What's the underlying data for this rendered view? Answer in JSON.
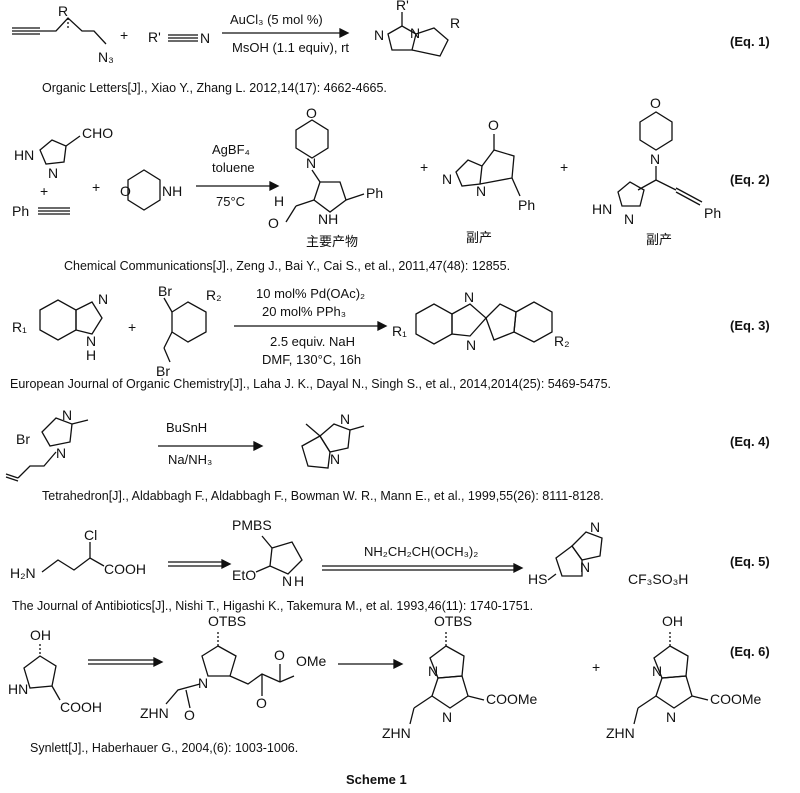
{
  "scheme_title": "Scheme 1",
  "eq1": {
    "tag": "(Eq. 1)",
    "reagent_top": "AuCl₃ (5 mol %)",
    "reagent_bottom": "MsOH (1.1 equiv), rt",
    "citation": "Organic Letters[J]., Xiao Y., Zhang L.  2012,14(17): 4662-4665.",
    "atoms": {
      "R": "R",
      "N3": "N₃",
      "Rp": "R'",
      "N": "N",
      "plus": "+"
    }
  },
  "eq2": {
    "tag": "(Eq. 2)",
    "reagent_top": "AgBF₄",
    "reagent_mid": "toluene",
    "reagent_bottom": "75°C",
    "main_product": "主要产物",
    "side_product_1": "副产",
    "side_product_2": "副产",
    "citation": "Chemical Communications[J]., Zeng J., Bai Y., Cai S., et al., 2011,47(48): 12855.",
    "atoms": {
      "CHO": "CHO",
      "HN": "HN",
      "N": "N",
      "NH": "NH",
      "O": "O",
      "Ph": "Ph",
      "H": "H",
      "plus": "+"
    }
  },
  "eq3": {
    "tag": "(Eq. 3)",
    "reagent_top": "10 mol% Pd(OAc)₂",
    "reagent_mid": "20 mol% PPh₃",
    "reagent_bottom1": "2.5 equiv. NaH",
    "reagent_bottom2": "DMF, 130°C, 16h",
    "citation": "European Journal of Organic Chemistry[J]., Laha J. K., Dayal N., Singh S., et al., 2014,2014(25): 5469-5475.",
    "atoms": {
      "R1": "R₁",
      "R2": "R₂",
      "Br": "Br",
      "N": "N",
      "H": "H",
      "plus": "+"
    }
  },
  "eq4": {
    "tag": "(Eq. 4)",
    "reagent_top": "BuSnH",
    "reagent_bottom": "Na/NH₃",
    "citation": "Tetrahedron[J]., Aldabbagh F., Aldabbagh F., Bowman W. R., Mann E., et al.,  1999,55(26): 8111-8128.",
    "atoms": {
      "Br": "Br",
      "N": "N"
    }
  },
  "eq5": {
    "tag": "(Eq. 5)",
    "reagent_top": "NH₂CH₂CH(OCH₃)₂",
    "citation": "The Journal of Antibiotics[J]., Nishi T., Higashi K., Takemura M., et al.  1993,46(11): 1740-1751.",
    "atoms": {
      "H2N": "H₂N",
      "Cl": "Cl",
      "COOH": "COOH",
      "PMBS": "PMBS",
      "EtO": "EtO",
      "H": "H",
      "N": "N",
      "HS": "HS",
      "salt": "CF₃SO₃H"
    }
  },
  "eq6": {
    "tag": "(Eq. 6)",
    "citation": "Synlett[J]., Haberhauer G., 2004,(6): 1003-1006.",
    "atoms": {
      "OH": "OH",
      "HN": "HN",
      "COOH": "COOH",
      "OTBS": "OTBS",
      "N": "N",
      "ZHN": "ZHN",
      "O": "O",
      "OMe": "OMe",
      "COOMe": "COOMe",
      "plus": "+"
    }
  }
}
